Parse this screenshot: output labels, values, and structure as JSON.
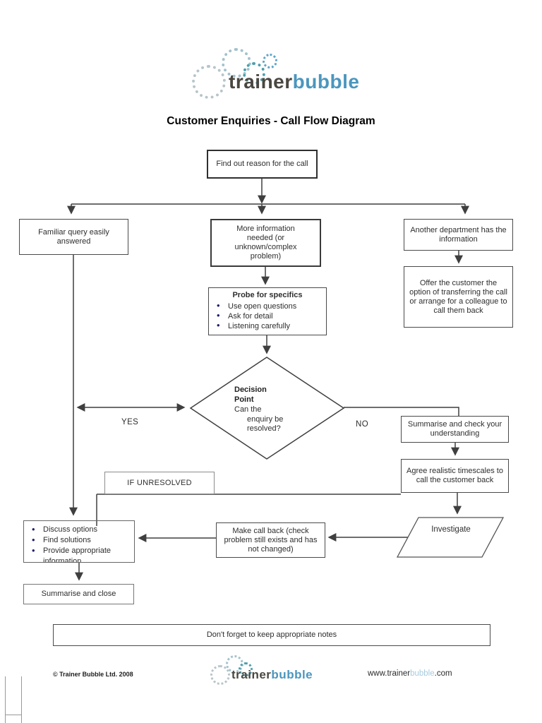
{
  "page": {
    "title": "Customer Enquiries - Call Flow Diagram"
  },
  "logo": {
    "part1": "trainer",
    "part2": "bubble"
  },
  "nodes": {
    "find_reason": "Find out reason for the call",
    "familiar_query": "Familiar query easily answered",
    "more_info": "More information needed (or unknown/complex problem)",
    "another_dept": "Another department has the information",
    "offer_customer": "Offer the customer the option of transferring the call or arrange for a colleague to call them back",
    "probe": {
      "title": "Probe for specifics",
      "bullets": [
        "Use open questions",
        "Ask for detail",
        "Listening carefully"
      ]
    },
    "decision": {
      "title": "Decision Point",
      "question": "Can the\nenquiry be\nresolved?"
    },
    "yes_label": "YES",
    "no_label": "NO",
    "summarise_check": "Summarise and check your understanding",
    "agree_timescales": "Agree realistic timescales to call the customer back",
    "if_unresolved": "IF UNRESOLVED",
    "investigate": "Investigate",
    "make_call_back": "Make call back (check problem still exists and has not changed)",
    "discuss": {
      "bullets": [
        "Discuss options",
        "Find solutions",
        "Provide appropriate information"
      ]
    },
    "summarise_close": "Summarise and close",
    "notes": "Don't forget to keep appropriate notes"
  },
  "footer": {
    "copyright": "© Trainer Bubble Ltd. 2008",
    "website_prefix": "www.trainer",
    "website_mid": "bubble",
    "website_suffix": ".com"
  },
  "colors": {
    "accent_blue": "#4b96be",
    "bullet_navy": "#1f1f6e",
    "line": "#3f3f3f"
  }
}
